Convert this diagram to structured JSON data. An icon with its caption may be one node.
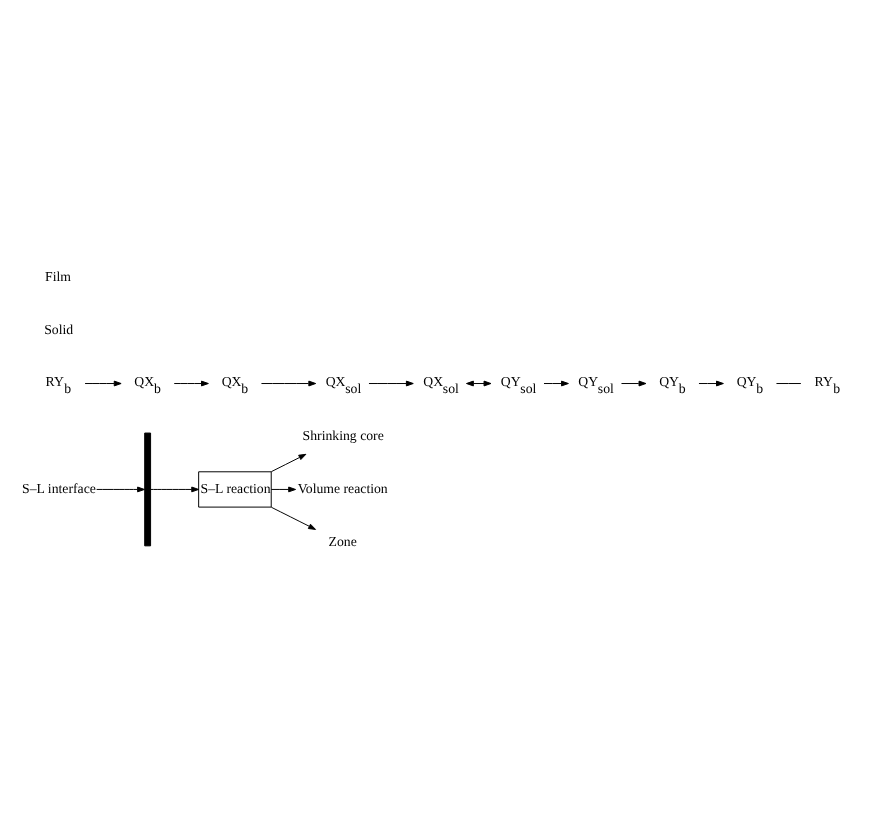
{
  "diagram": {
    "nodes": [
      {
        "text": [
          "S–L interface"
        ]
      },
      {
        "text": [],
        "shape": "bar"
      },
      {
        "text": [
          "QX$_{b}$"
        ]
      },
      {
        "text": [
          "QX$_{b}$"
        ]
      },
      {
        "text": [
          "RY$_{b}$"
        ]
      },
      {
        "text": [
          "QX$_{sol}$"
        ]
      },
      {
        "text": [
          "QX$_{sol}$"
        ]
      },
      {
        "text": [
          "QY$_{sol}$"
        ]
      },
      {
        "text": [
          "QY$_{sol}$"
        ]
      },
      {
        "text": [
          "QY$_{b}$"
        ]
      },
      {
        "text": [
          "QY$_{b}$"
        ]
      },
      {
        "text": [
          "RY$_{b}$"
        ]
      },
      {
        "text": [
          "S–L reaction"
        ]
      },
      {
        "text": [
          "Shrinking core"
        ]
      },
      {
        "text": [
          "Volume reaction"
        ]
      },
      {
        "text": [
          "Zone"
        ]
      }
    ],
    "edges": [
      {
        "from": 0,
        "to": 1,
        "arrow": "to"
      },
      {
        "from": 3,
        "to": 2,
        "arrow": "to"
      },
      {
        "from": 2,
        "to": 5,
        "arrow": "to"
      },
      {
        "from": 5,
        "to": 6,
        "arrow": "to"
      },
      {
        "from": 6,
        "to": 7,
        "arrow": "both"
      },
      {
        "from": 7,
        "to": 8,
        "arrow": "to"
      },
      {
        "from": 8,
        "to": 9,
        "arrow": "to"
      },
      {
        "from": 9,
        "to": 10,
        "arrow": "to"
      },
      {
        "from": 11,
        "to": 3,
        "arrow": "to"
      },
      {
        "from": 10,
        "to": 4,
        "arrow": "none"
      },
      {
        "from": 1,
        "to": 12,
        "arrow": "to"
      },
      {
        "from": 12,
        "to": 13,
        "arrow": "to"
      },
      {
        "from": 12,
        "to": 14,
        "arrow": "to"
      },
      {
        "from": 12,
        "to": 15,
        "arrow": "to"
      }
    ],
    "labels": [
      "Solid",
      "Film"
    ]
  }
}
